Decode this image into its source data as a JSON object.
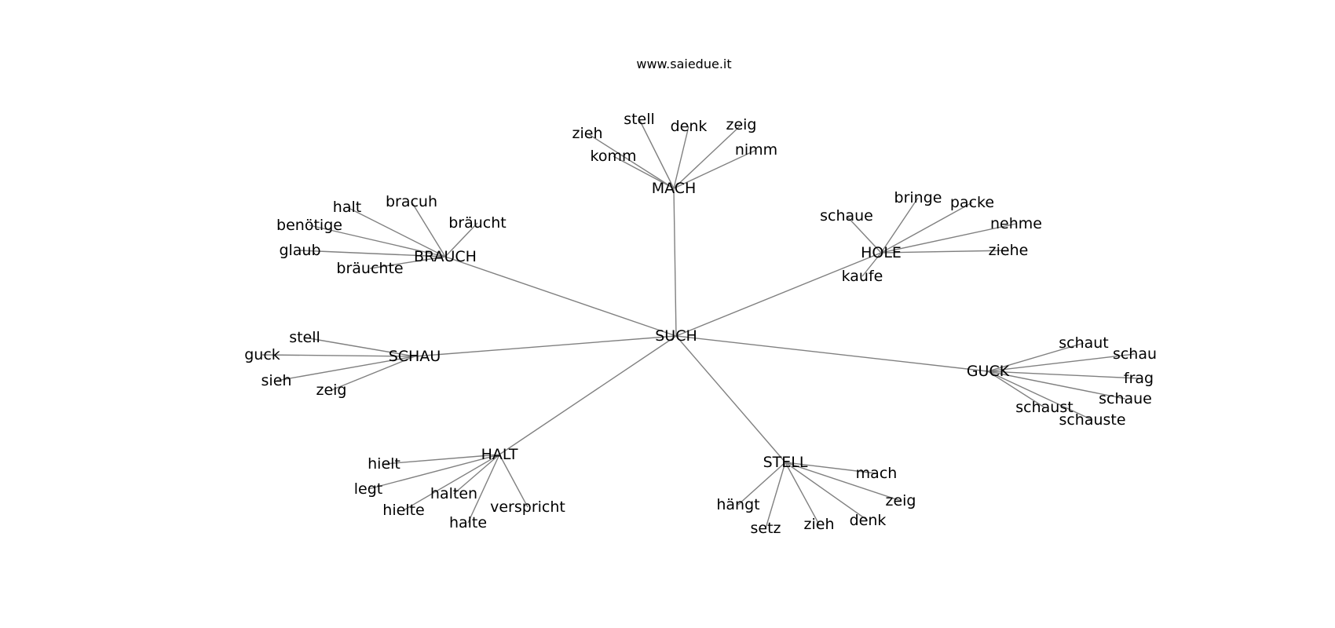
{
  "title": "www.saiedue.it",
  "graph": {
    "root": "SUCH",
    "hubs": [
      {
        "label": "MACH",
        "children": [
          "zieh",
          "stell",
          "denk",
          "zeig",
          "nimm",
          "komm"
        ]
      },
      {
        "label": "HOLE",
        "children": [
          "schaue",
          "bringe",
          "packe",
          "nehme",
          "ziehe",
          "kaufe"
        ]
      },
      {
        "label": "BRAUCH",
        "children": [
          "halt",
          "bracuh",
          "bräucht",
          "benötige",
          "glaub",
          "bräuchte"
        ]
      },
      {
        "label": "SCHAU",
        "children": [
          "stell",
          "guck",
          "sieh",
          "zeig"
        ]
      },
      {
        "label": "GUCK",
        "children": [
          "schaut",
          "schau",
          "frag",
          "schaue",
          "schaust",
          "schauste"
        ]
      },
      {
        "label": "HALT",
        "children": [
          "hielt",
          "legt",
          "halten",
          "hielte",
          "halte",
          "verspricht"
        ]
      },
      {
        "label": "STELL",
        "children": [
          "mach",
          "zeig",
          "hängt",
          "setz",
          "zieh",
          "denk"
        ]
      }
    ]
  }
}
